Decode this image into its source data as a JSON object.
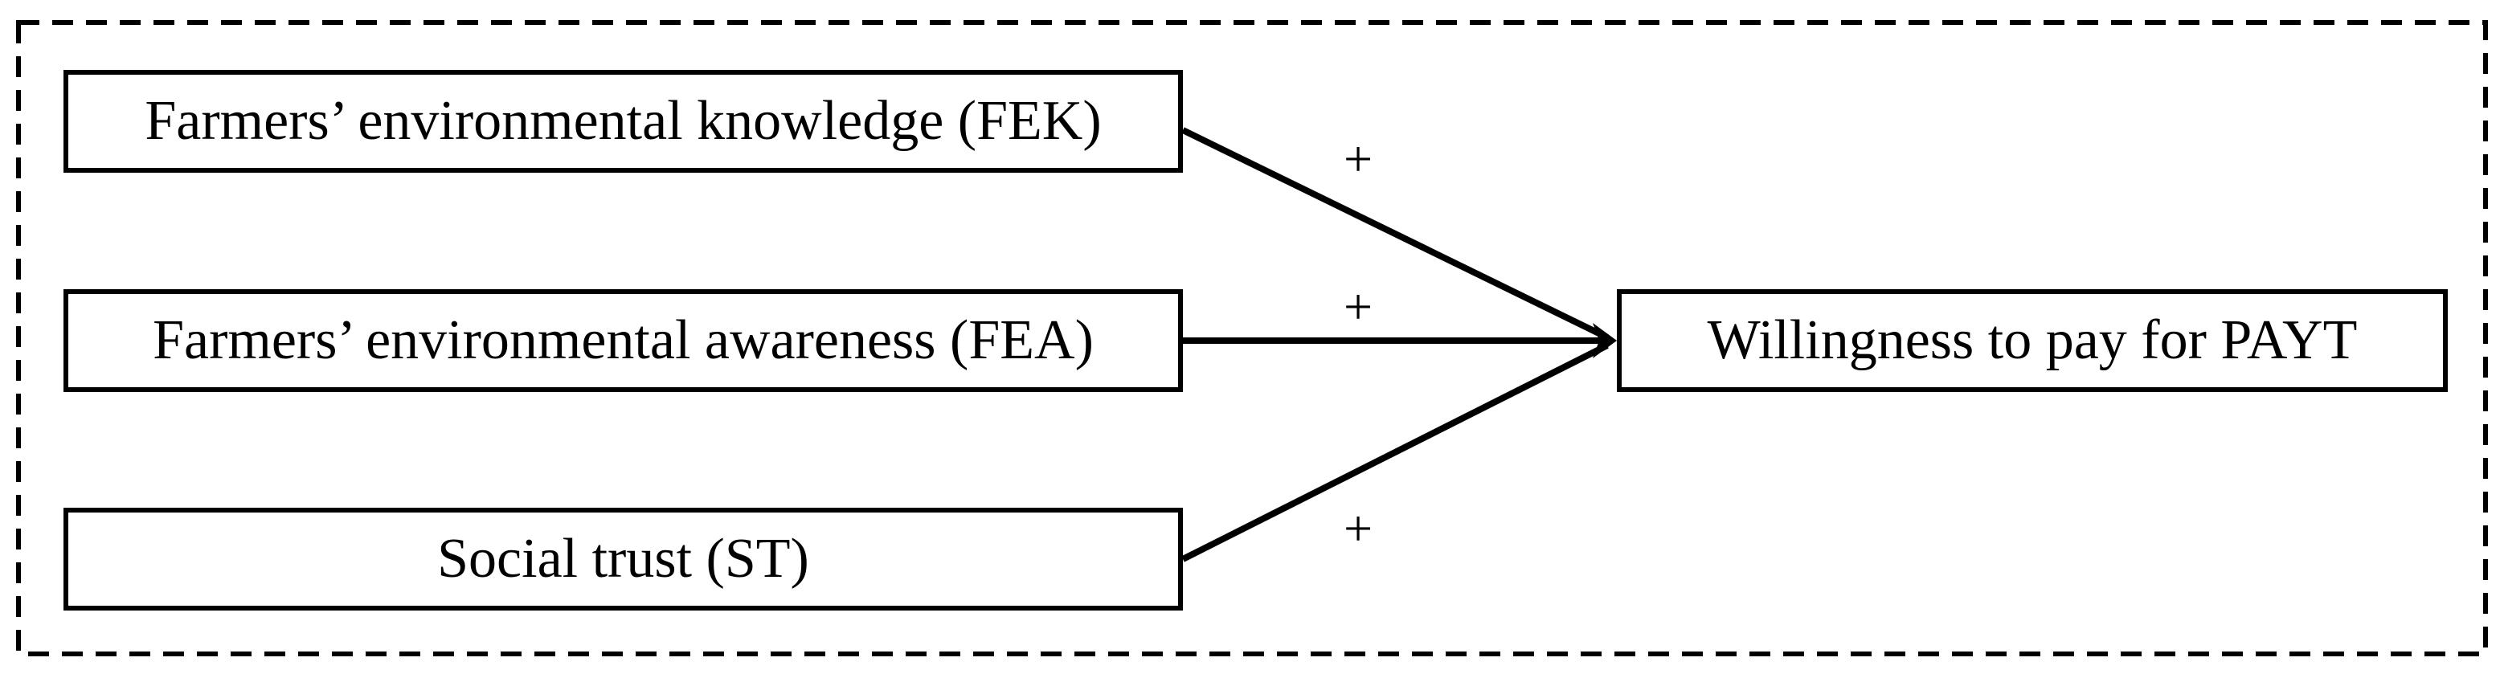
{
  "diagram": {
    "nodes": [
      {
        "id": "fek",
        "label": "Farmers’ environmental knowledge (FEK)"
      },
      {
        "id": "fea",
        "label": "Farmers’ environmental awareness (FEA)"
      },
      {
        "id": "st",
        "label": "Social trust (ST)"
      },
      {
        "id": "wtp",
        "label": "Willingness to pay for PAYT"
      }
    ],
    "edges": [
      {
        "from": "fek",
        "to": "wtp",
        "sign": "+"
      },
      {
        "from": "fea",
        "to": "wtp",
        "sign": "+"
      },
      {
        "from": "st",
        "to": "wtp",
        "sign": "+"
      }
    ],
    "line_color": "#000000",
    "frame_style": "dashed"
  }
}
